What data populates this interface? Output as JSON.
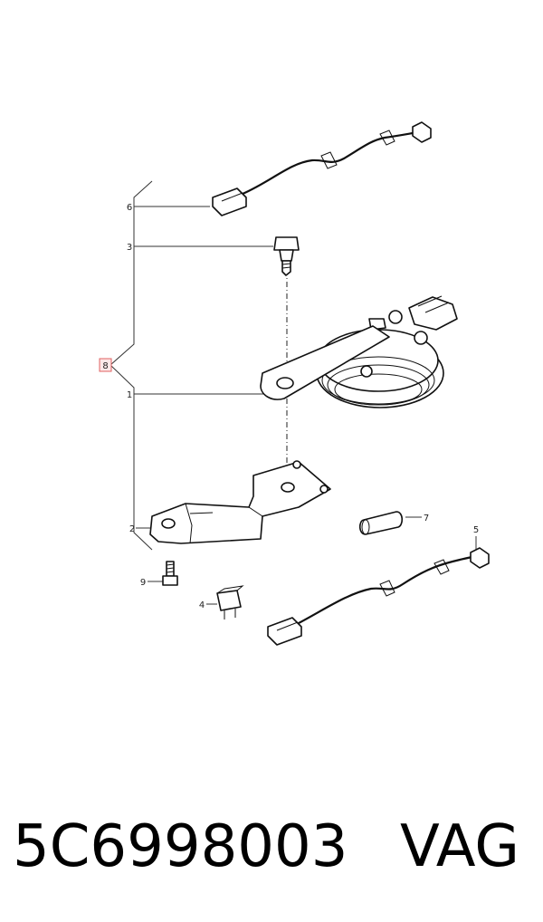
{
  "callouts": {
    "c1": "1",
    "c2": "2",
    "c3": "3",
    "c4": "4",
    "c5": "5",
    "c6": "6",
    "c7": "7",
    "c8": "8",
    "c9": "9"
  },
  "caption": {
    "part_number": "5C6998003",
    "brand": "VAG"
  },
  "colors": {
    "highlight_box": "#e06060",
    "highlight_fill": "#fde8e8"
  }
}
